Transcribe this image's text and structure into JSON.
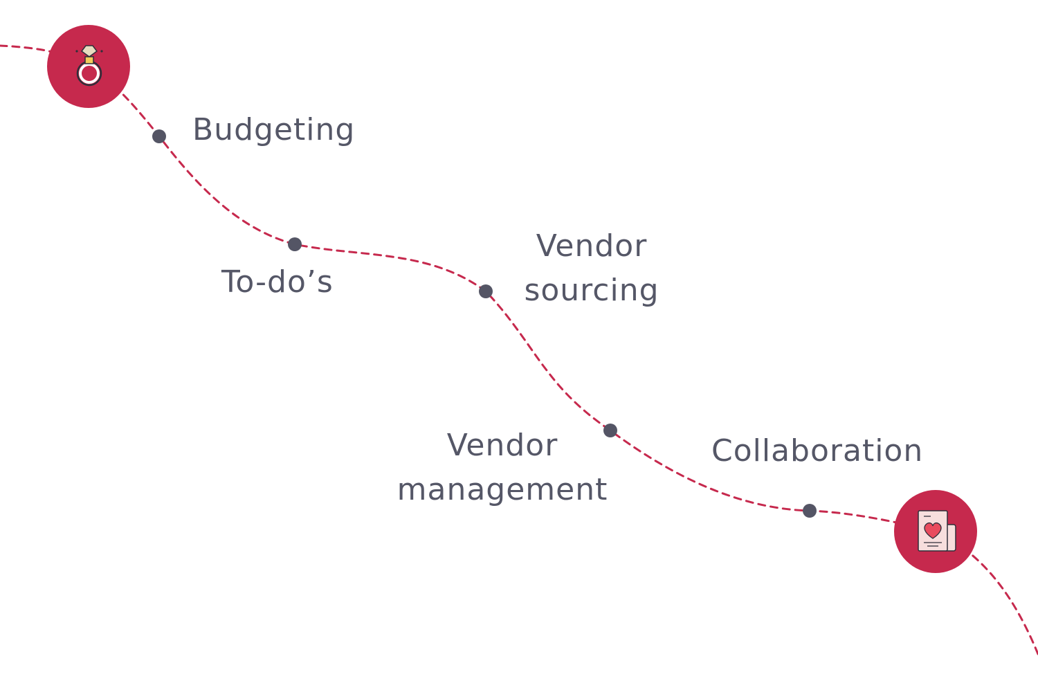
{
  "colors": {
    "path": "#c6294d",
    "milestone_fill": "#c6294d",
    "dot": "#545565",
    "label_text": "#555767"
  },
  "milestones": [
    {
      "icon": "engagement-ring-icon"
    },
    {
      "icon": "love-letter-icon"
    }
  ],
  "steps": [
    {
      "label": "Budgeting"
    },
    {
      "label": "To-do’s"
    },
    {
      "label_lines": [
        "Vendor",
        "sourcing"
      ]
    },
    {
      "label_lines": [
        "Vendor",
        "management"
      ]
    },
    {
      "label": "Collaboration"
    }
  ]
}
